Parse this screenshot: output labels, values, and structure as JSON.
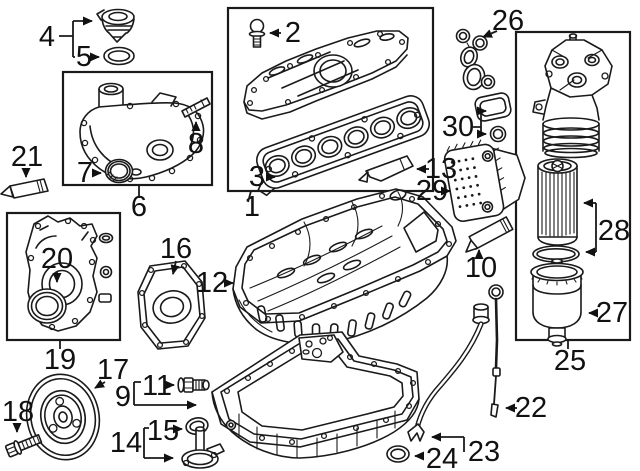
{
  "figure": {
    "background": "#ffffff",
    "line_color": "#1a1a1a",
    "callouts": {
      "c1": "1",
      "c2": "2",
      "c3": "3",
      "c4": "4",
      "c5": "5",
      "c6": "6",
      "c7": "7",
      "c8": "8",
      "c9": "9",
      "c10": "10",
      "c11": "11",
      "c12": "12",
      "c13": "13",
      "c14": "14",
      "c15": "15",
      "c16": "16",
      "c17": "17",
      "c18": "18",
      "c19": "19",
      "c20": "20",
      "c21": "21",
      "c22": "22",
      "c23": "23",
      "c24": "24",
      "c25": "25",
      "c26": "26",
      "c27": "27",
      "c28": "28",
      "c29": "29",
      "c30": "30"
    }
  }
}
